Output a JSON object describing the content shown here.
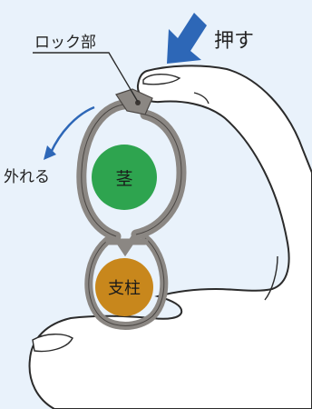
{
  "labels": {
    "lock_part": "ロック部",
    "push": "押す",
    "release": "外れる",
    "stem": "茎",
    "support": "支柱"
  },
  "colors": {
    "background": "#e9f2fb",
    "hand_fill": "#ffffff",
    "hand_stroke": "#2b2b2b",
    "clip": "#8b8783",
    "clip_stroke": "#4a4643",
    "stem": "#2ea44f",
    "support": "#c8871c",
    "arrow": "#2d67b7"
  },
  "icons": {
    "push_arrow": "down-left-arrow-icon",
    "release_arrow": "curved-arrow-icon"
  }
}
